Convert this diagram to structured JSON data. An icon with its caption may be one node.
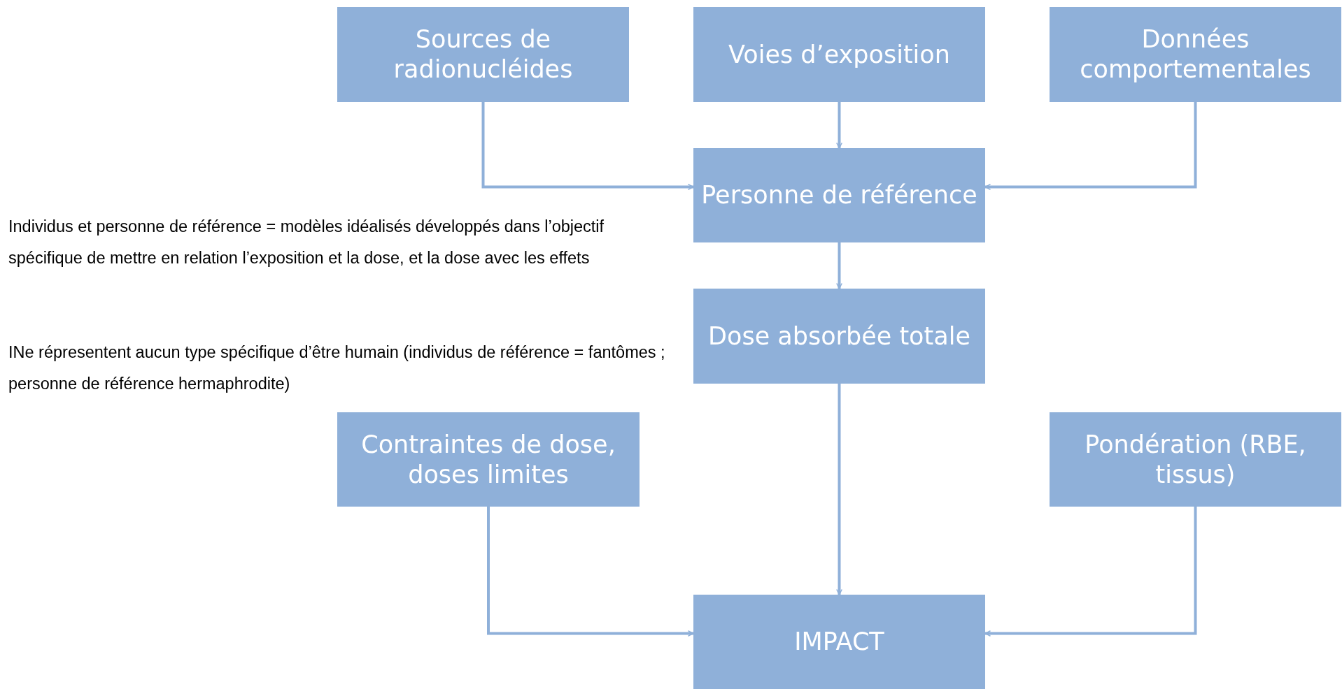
{
  "diagram": {
    "nodes": [
      {
        "text": [
          "Sources de radionucléides"
        ]
      },
      {
        "text": [
          "Voies d’exposition"
        ]
      },
      {
        "text": [
          "Données comportementales"
        ]
      },
      {
        "text": [
          "Personne de référence"
        ]
      },
      {
        "text": [
          "Dose absorbée totale"
        ]
      },
      {
        "text": [
          "Contraintes de dose, doses limites"
        ]
      },
      {
        "text": [
          "Pondération (RBE, tissus)"
        ]
      },
      {
        "text": [
          "IMPACT"
        ]
      }
    ],
    "edges": [
      {
        "from": 0,
        "to": 3,
        "arrow": "to"
      },
      {
        "from": 1,
        "to": 3,
        "arrow": "to"
      },
      {
        "from": 2,
        "to": 3,
        "arrow": "to"
      },
      {
        "from": 3,
        "to": 4,
        "arrow": "to"
      },
      {
        "from": 4,
        "to": 7,
        "arrow": "to"
      },
      {
        "from": 5,
        "to": 7,
        "arrow": "to"
      },
      {
        "from": 6,
        "to": 7,
        "arrow": "to"
      }
    ],
    "labels": [
      "Individus et personne de référence  = modèles idéalisés développés dans l’objectif spécifique de mettre en relation l’exposition et la dose, et la dose avec les effets",
      "INe répresentent aucun type spécifique d’être humain (individus de référence = fantômes ; personne de référence hermaphrodite)"
    ]
  }
}
